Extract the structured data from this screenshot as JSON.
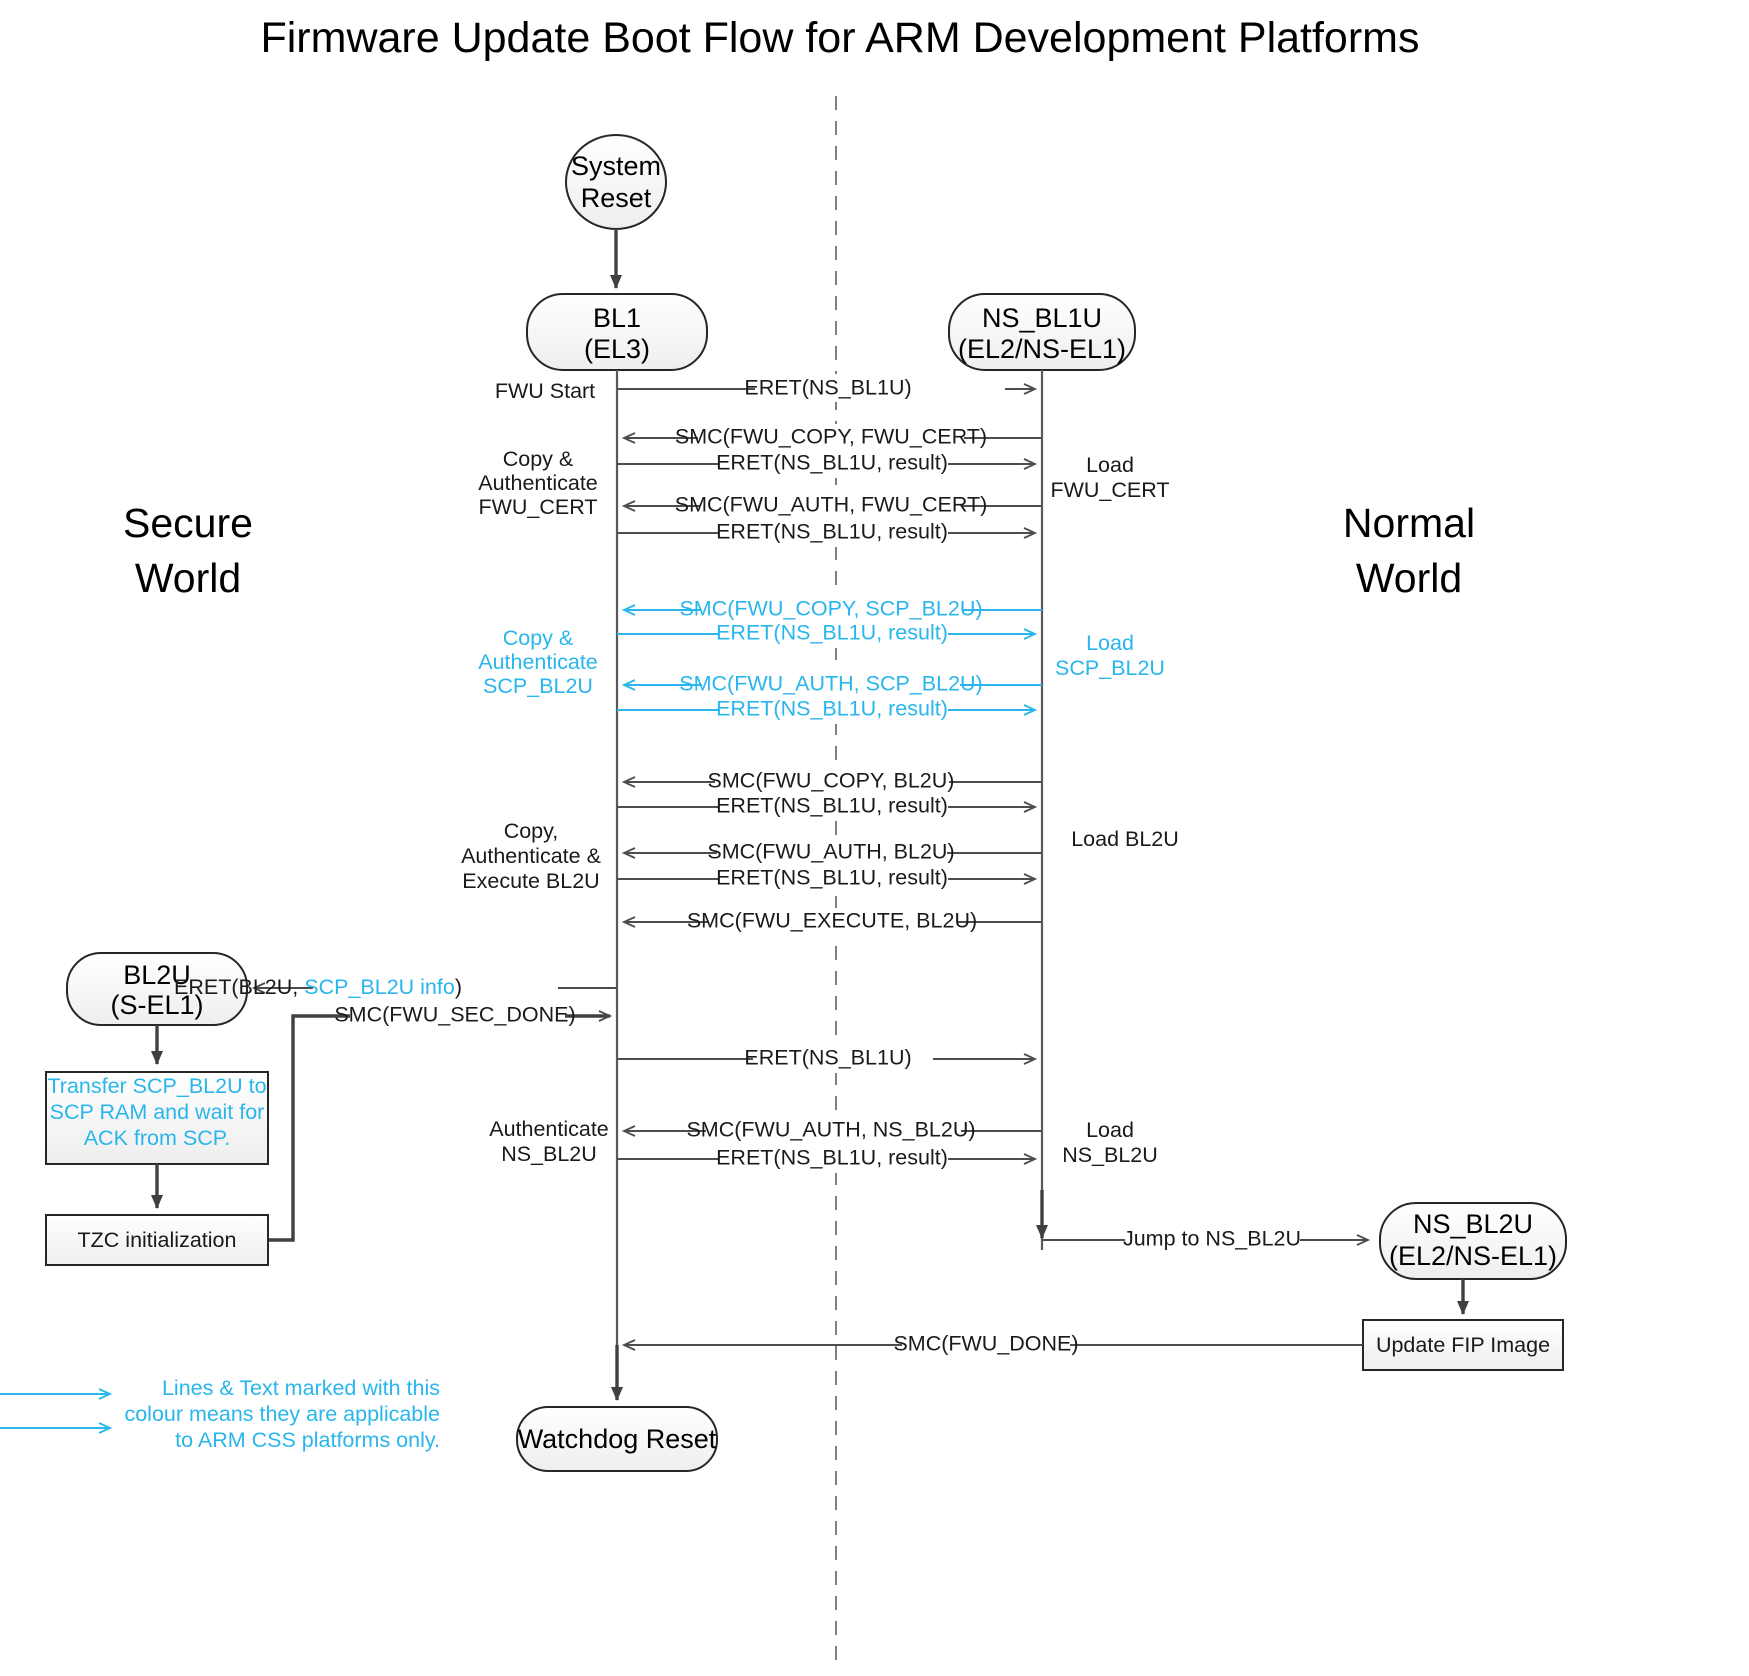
{
  "title": "Firmware Update Boot Flow for ARM Development Platforms",
  "worlds": {
    "secure_line1": "Secure",
    "secure_line2": "World",
    "normal_line1": "Normal",
    "normal_line2": "World"
  },
  "colors": {
    "cyan": "#29b6ec",
    "line": "#4d4d4d",
    "text": "#1a1a1a",
    "node_stroke": "#262626",
    "node_fill": "#f4f4f4"
  },
  "nodes": {
    "system_reset": {
      "line1": "System",
      "line2": "Reset"
    },
    "bl1": {
      "line1": "BL1",
      "line2": "(EL3)"
    },
    "ns_bl1u": {
      "line1": "NS_BL1U",
      "line2": "(EL2/NS-EL1)"
    },
    "bl2u": {
      "line1": "BL2U",
      "line2": "(S-EL1)"
    },
    "ns_bl2u": {
      "line1": "NS_BL2U",
      "line2": "(EL2/NS-EL1)"
    },
    "watchdog_reset": {
      "label": "Watchdog Reset"
    },
    "transfer_box": {
      "line1": "Transfer SCP_BL2U to",
      "line2": "SCP RAM and wait for",
      "line3": "ACK from SCP."
    },
    "tzc_box": {
      "label": "TZC initialization"
    },
    "update_fip_box": {
      "label": "Update FIP Image"
    }
  },
  "messages": [
    {
      "id": "m1",
      "label": "ERET(NS_BL1U)",
      "dir": "right",
      "cyan": false
    },
    {
      "id": "m2",
      "label": "SMC(FWU_COPY, FWU_CERT)",
      "dir": "left",
      "cyan": false
    },
    {
      "id": "m3",
      "label": "ERET(NS_BL1U, result)",
      "dir": "right",
      "cyan": false
    },
    {
      "id": "m4",
      "label": "SMC(FWU_AUTH, FWU_CERT)",
      "dir": "left",
      "cyan": false
    },
    {
      "id": "m5",
      "label": "ERET(NS_BL1U, result)",
      "dir": "right",
      "cyan": false
    },
    {
      "id": "m6",
      "label": "SMC(FWU_COPY, SCP_BL2U)",
      "dir": "left",
      "cyan": true
    },
    {
      "id": "m7",
      "label": "ERET(NS_BL1U, result)",
      "dir": "right",
      "cyan": true
    },
    {
      "id": "m8",
      "label": "SMC(FWU_AUTH, SCP_BL2U)",
      "dir": "left",
      "cyan": true
    },
    {
      "id": "m9",
      "label": "ERET(NS_BL1U, result)",
      "dir": "right",
      "cyan": true
    },
    {
      "id": "m10",
      "label": "SMC(FWU_COPY, BL2U)",
      "dir": "left",
      "cyan": false
    },
    {
      "id": "m11",
      "label": "ERET(NS_BL1U, result)",
      "dir": "right",
      "cyan": false
    },
    {
      "id": "m12",
      "label": "SMC(FWU_AUTH, BL2U)",
      "dir": "left",
      "cyan": false
    },
    {
      "id": "m13",
      "label": "ERET(NS_BL1U, result)",
      "dir": "right",
      "cyan": false
    },
    {
      "id": "m14",
      "label": "SMC(FWU_EXECUTE, BL2U)",
      "dir": "left",
      "cyan": false
    },
    {
      "id": "m15",
      "label": "ERET(NS_BL1U)",
      "dir": "right",
      "cyan": false
    },
    {
      "id": "m16",
      "label": "SMC(FWU_AUTH, NS_BL2U)",
      "dir": "left",
      "cyan": false
    },
    {
      "id": "m17",
      "label": "ERET(NS_BL1U, result)",
      "dir": "right",
      "cyan": false
    }
  ],
  "bl2u_messages": {
    "eret_prefix": "ERET(BL2U, ",
    "eret_cyan": "SCP_BL2U info",
    "eret_suffix": ")",
    "sec_done": "SMC(FWU_SEC_DONE)"
  },
  "jump_message": {
    "label": "Jump to NS_BL2U"
  },
  "fwu_done_message": {
    "label": "SMC(FWU_DONE)"
  },
  "left_annotations": [
    {
      "id": "a1",
      "lines": [
        "FWU Start"
      ],
      "cyan": false
    },
    {
      "id": "a2",
      "lines": [
        "Copy &",
        "Authenticate",
        "FWU_CERT"
      ],
      "cyan": false
    },
    {
      "id": "a3",
      "lines": [
        "Copy &",
        "Authenticate",
        "SCP_BL2U"
      ],
      "cyan": true
    },
    {
      "id": "a4",
      "lines": [
        "Copy,",
        "Authenticate &",
        "Execute BL2U"
      ],
      "cyan": false
    },
    {
      "id": "a5",
      "lines": [
        "Authenticate",
        "NS_BL2U"
      ],
      "cyan": false
    }
  ],
  "right_annotations": [
    {
      "id": "r1",
      "lines": [
        "Load",
        "FWU_CERT"
      ],
      "cyan": false
    },
    {
      "id": "r2",
      "lines": [
        "Load",
        "SCP_BL2U"
      ],
      "cyan": true
    },
    {
      "id": "r3",
      "lines": [
        "Load BL2U"
      ],
      "cyan": false
    },
    {
      "id": "r4",
      "lines": [
        "Load",
        "NS_BL2U"
      ],
      "cyan": false
    }
  ],
  "legend": {
    "line1": "Lines & Text marked with this",
    "line2": "colour means they are applicable",
    "line3": "to ARM CSS platforms only."
  }
}
